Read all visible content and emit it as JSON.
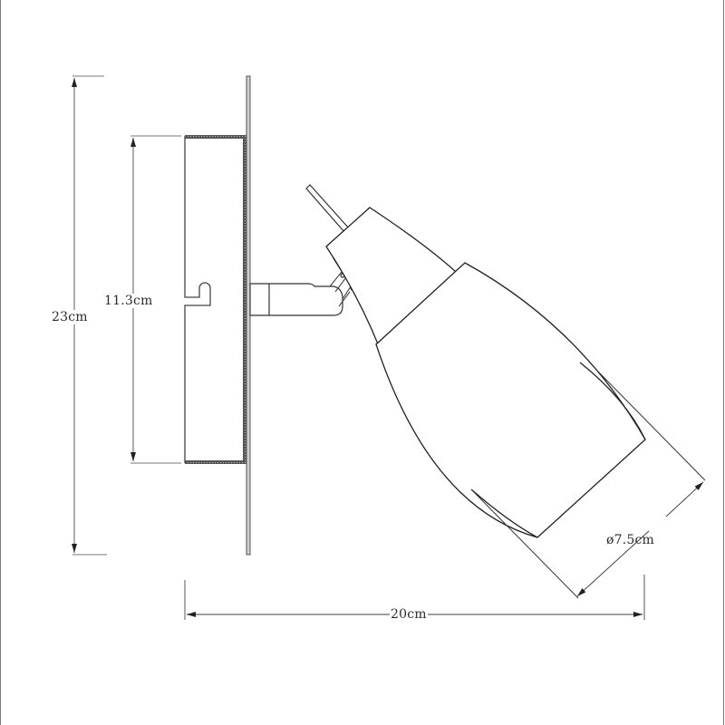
{
  "drawing": {
    "subject": "Wall spotlight with single adjustable shade - side view dimension drawing",
    "line_color": "#2b2b2b",
    "dimension_line_color": "#666666",
    "background": "#ffffff"
  },
  "dimensions": {
    "overall_height": {
      "label": "23cm"
    },
    "backplate_height": {
      "label": "11.3cm"
    },
    "overall_depth": {
      "label": "20cm"
    },
    "shade_diameter": {
      "label": "ø7.5cm"
    }
  }
}
